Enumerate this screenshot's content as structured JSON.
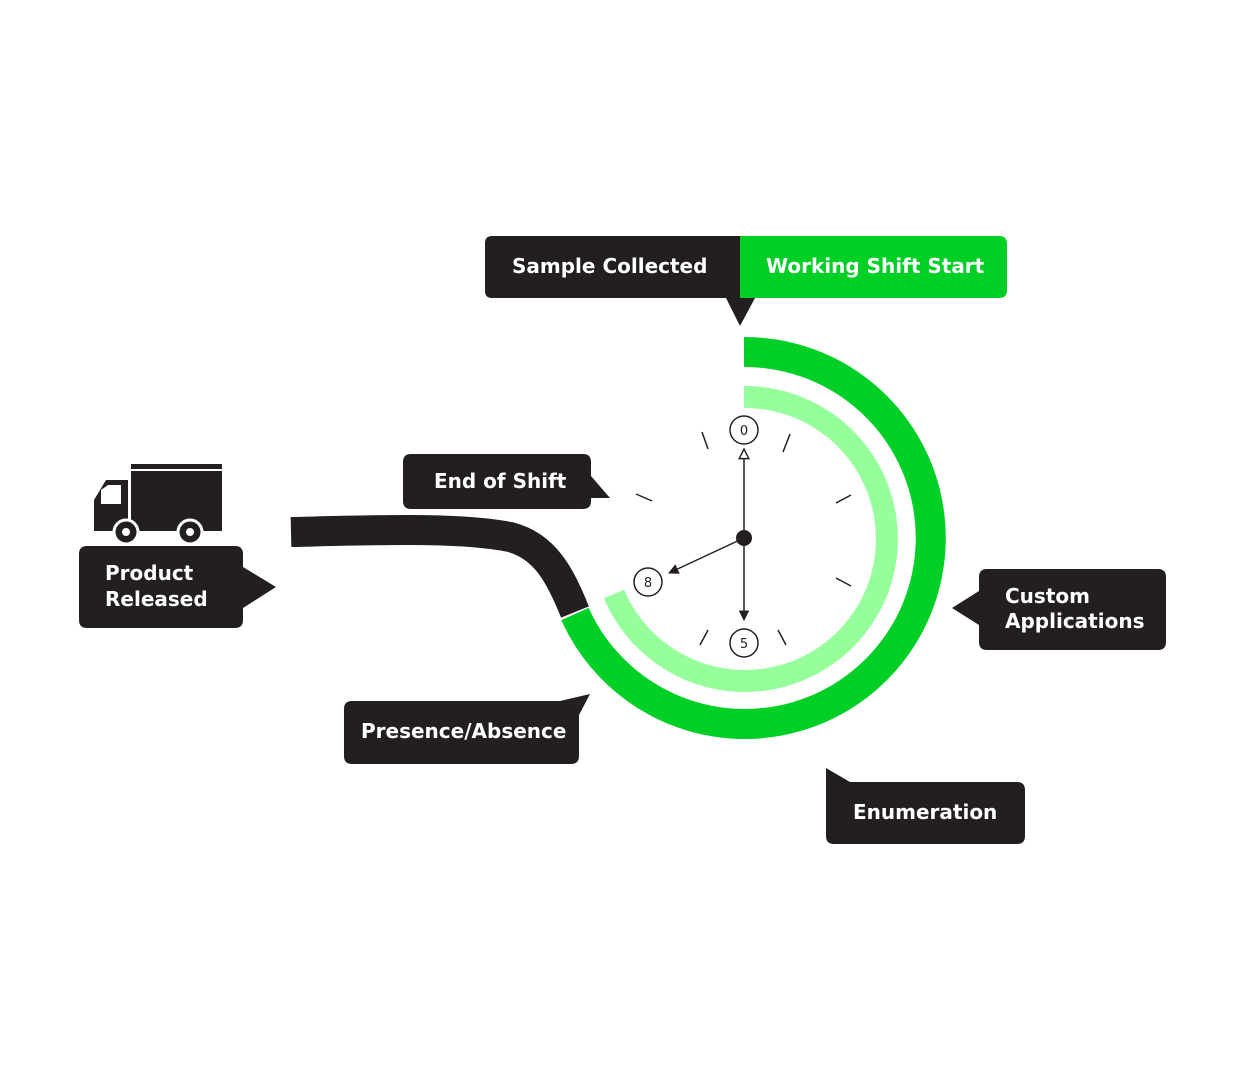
{
  "colors": {
    "dark": "#231f20",
    "green": "#00d026",
    "light_green": "#96ff9c",
    "text": "#ffffff"
  },
  "labels": {
    "sample_collected": "Sample Collected",
    "working_shift_start": "Working Shift Start",
    "end_of_shift": "End of Shift",
    "product_released_line1": "Product",
    "product_released_line2": "Released",
    "custom_applications_line1": "Custom",
    "custom_applications_line2": "Applications",
    "presence_absence": "Presence/Absence",
    "enumeration": "Enumeration"
  },
  "clock": {
    "marker_top": "0",
    "marker_left": "8",
    "marker_bottom": "5"
  },
  "icons": {
    "truck": "truck-icon"
  }
}
